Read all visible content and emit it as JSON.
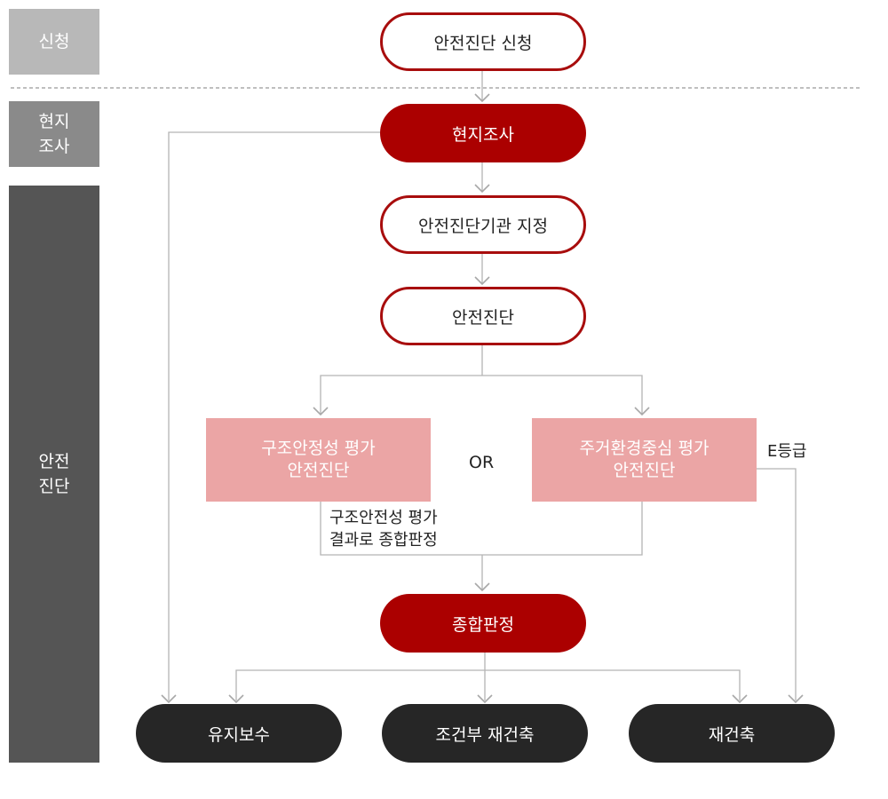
{
  "stages": {
    "apply": "신청",
    "survey": "현지\n조사",
    "diagnosis": "안전\n진단"
  },
  "nodes": {
    "apply": "안전진단 신청",
    "survey": "현지조사",
    "assign": "안전진단기관 지정",
    "diagnosis": "안전진단",
    "judgment": "종합판정"
  },
  "evaluations": {
    "structural": {
      "line1": "구조안정성 평가",
      "line2": "안전진단"
    },
    "residential": {
      "line1": "주거환경중심 평가",
      "line2": "안전진단"
    },
    "or": "OR"
  },
  "notes": {
    "structural_result_line1": "구조안전성 평가",
    "structural_result_line2": "결과로 종합판정",
    "grade": "E등급"
  },
  "outcomes": {
    "maintenance": "유지보수",
    "conditional": "조건부 재건축",
    "rebuild": "재건축"
  },
  "colors": {
    "accent_red": "#ab0000",
    "pink": "#eba5a5",
    "dark": "#262626",
    "stage_apply": "#b8b8b8",
    "stage_survey": "#8a8a8a",
    "stage_diagnosis": "#555555",
    "line": "#b4b4b4"
  }
}
